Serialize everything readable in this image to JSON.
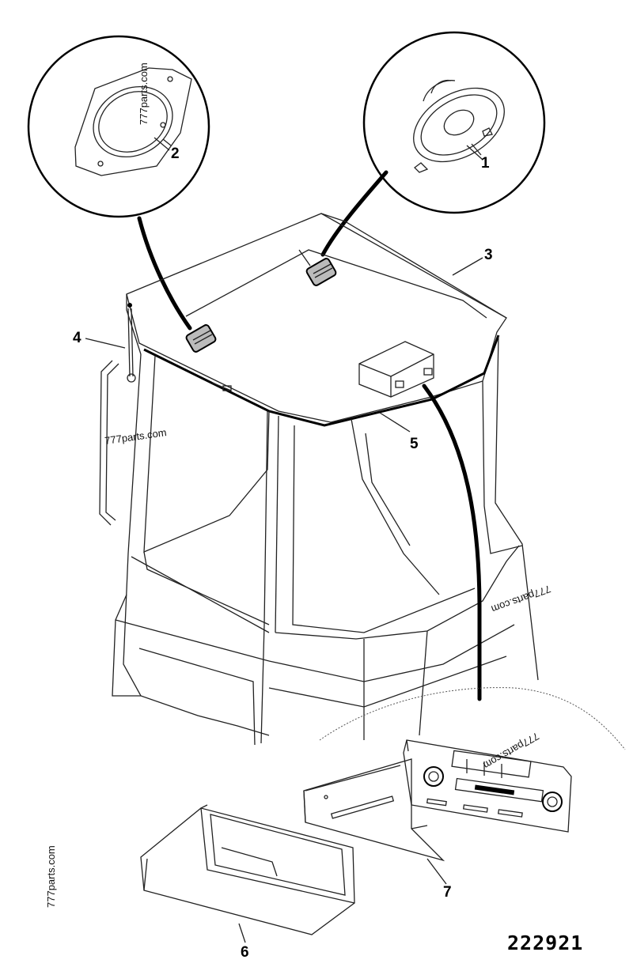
{
  "callouts": {
    "c1": "1",
    "c2": "2",
    "c3": "3",
    "c4": "4",
    "c5": "5",
    "c6": "6",
    "c7": "7"
  },
  "watermarks": {
    "w1": "777parts.com",
    "w2": "777parts.com",
    "w3": "777parts.com",
    "w4": "777parts.com",
    "w5": "777parts.com"
  },
  "reference": "222921"
}
